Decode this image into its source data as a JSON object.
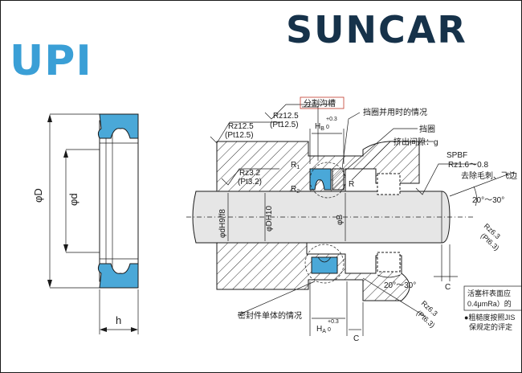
{
  "brand": {
    "left_logo": "UPI",
    "right_logo": "SUNCAR",
    "logo_color": "#3a9fd6",
    "dark_color": "#16324a",
    "seal_color": "#4aa8d8"
  },
  "left_view": {
    "outer_diameter": "φD",
    "inner_diameter": "φd",
    "height": "h"
  },
  "section": {
    "groove_label": "分割沟槽",
    "finish_rz125": "Rz12.5",
    "finish_pt125": "(Pt12.5)",
    "finish_rz125_b": "Rz12.5",
    "finish_pt125_b": "(Pt12.5)",
    "finish_rz32": "Rz3.2",
    "finish_pt32": "(Pt3.2)",
    "dim_hb": "H",
    "dim_hb_sub": "B",
    "dim_hb_tol_up": "+0.3",
    "dim_hb_tol_low": "0",
    "backup_case": "挡圈并用时的情况",
    "backup_ring": "挡圈",
    "extrusion_gap": "挤出间隙：g",
    "spbf": "SPBF",
    "spbf_finish": "Rz1.6～0.8",
    "deburr": "去除毛刺、飞边",
    "angle_top": "20°～30°",
    "angle_bottom": "20°～30°",
    "r1": "R",
    "r1_sub": "1",
    "r2": "R",
    "r2_sub": "2",
    "r_label": "R",
    "rod_fit": "φdH9/f8",
    "bore_fit": "φDH10",
    "phi_b": "φB",
    "c_right": "C",
    "c_bottom": "C",
    "rz63_a": "Rz6.3",
    "pt63_a": "(Pt6.3)",
    "rz63_b": "Rz6.3",
    "pt63_b": "(Pt6.3)",
    "seal_only": "密封件单体的情况",
    "dim_ha": "H",
    "dim_ha_sub": "A",
    "dim_ha_tol_up": "+0.3",
    "dim_ha_tol_low": "0",
    "note_1": "活塞杆表面应",
    "note_2": "0.4μmRa）的",
    "note_3": "●粗糙度按照JIS",
    "note_4": "保规定的评定"
  }
}
